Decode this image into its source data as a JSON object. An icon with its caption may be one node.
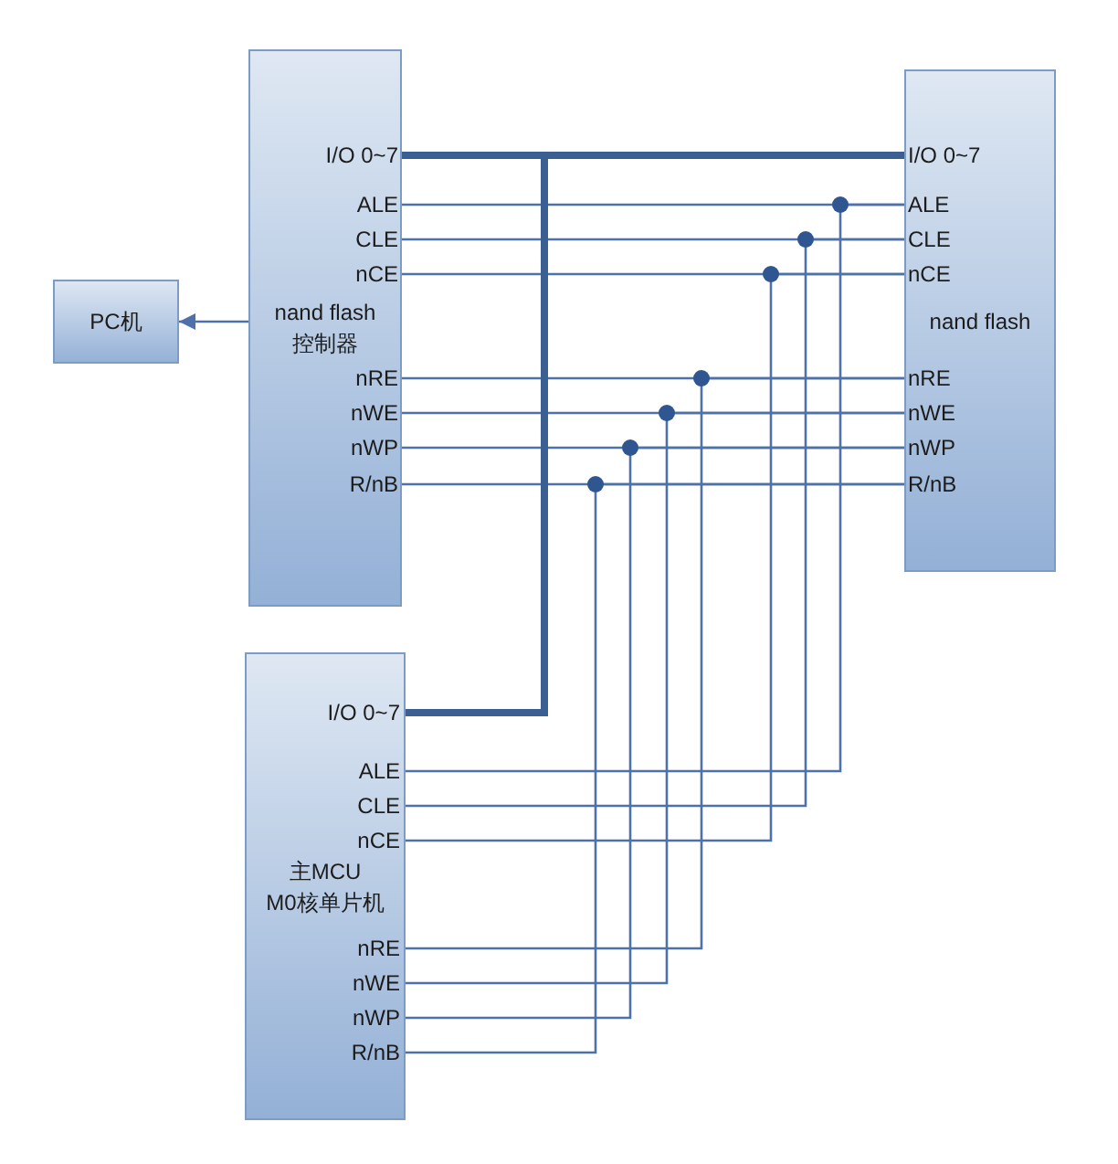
{
  "diagram": {
    "nodes": [
      {
        "text": [
          "nand flash 控制器"
        ]
      },
      {
        "text": [
          "I/O 0~7"
        ],
        "in": 0
      },
      {
        "text": [
          "ALE"
        ],
        "in": 0
      },
      {
        "text": [
          "CLE"
        ],
        "in": 0
      },
      {
        "text": [
          "nCE"
        ],
        "in": 0
      },
      {
        "text": [
          "nRE"
        ],
        "in": 0
      },
      {
        "text": [
          "nWE"
        ],
        "in": 0
      },
      {
        "text": [
          "nWP"
        ],
        "in": 0
      },
      {
        "text": [
          "R/nB"
        ],
        "in": 0
      },
      {
        "text": [
          "PC机"
        ]
      },
      {
        "text": [
          "nand flash"
        ]
      },
      {
        "text": [
          "I/O 0~7"
        ],
        "in": 10
      },
      {
        "text": [
          "ALE"
        ],
        "in": 10
      },
      {
        "text": [
          "CLE"
        ],
        "in": 10
      },
      {
        "text": [
          "nCE"
        ],
        "in": 10
      },
      {
        "text": [
          "nRE"
        ],
        "in": 10
      },
      {
        "text": [
          "nWE"
        ],
        "in": 10
      },
      {
        "text": [
          "nWP"
        ],
        "in": 10
      },
      {
        "text": [
          "R/nB"
        ],
        "in": 10
      },
      {
        "text": [
          "主MCU M0核单片机"
        ]
      },
      {
        "text": [
          "I/O 0~7"
        ],
        "in": 19
      },
      {
        "text": [
          "ALE"
        ],
        "in": 19
      },
      {
        "text": [
          "CLE"
        ],
        "in": 19
      },
      {
        "text": [
          "nCE"
        ],
        "in": 19
      },
      {
        "text": [
          "nRE"
        ],
        "in": 19
      },
      {
        "text": [
          "nWE"
        ],
        "in": 19
      },
      {
        "text": [
          "nWP"
        ],
        "in": 19
      },
      {
        "text": [
          "R/nB"
        ],
        "in": 19
      }
    ],
    "edges": [
      {
        "from": 0,
        "to": 9,
        "arrow": "to"
      },
      {
        "from": 1,
        "to": 11,
        "arrow": "none",
        "style": "thick"
      },
      {
        "from": 2,
        "to": 12,
        "arrow": "none"
      },
      {
        "from": 3,
        "to": 13,
        "arrow": "none"
      },
      {
        "from": 4,
        "to": 14,
        "arrow": "none"
      },
      {
        "from": 5,
        "to": 15,
        "arrow": "none"
      },
      {
        "from": 6,
        "to": 16,
        "arrow": "none"
      },
      {
        "from": 7,
        "to": 17,
        "arrow": "none"
      },
      {
        "from": 8,
        "to": 18,
        "arrow": "none"
      },
      {
        "from": 20,
        "to": 11,
        "arrow": "none",
        "style": "thick"
      },
      {
        "from": 21,
        "to": 12,
        "arrow": "none"
      },
      {
        "from": 22,
        "to": 13,
        "arrow": "none"
      },
      {
        "from": 23,
        "to": 14,
        "arrow": "none"
      },
      {
        "from": 24,
        "to": 15,
        "arrow": "none"
      },
      {
        "from": 25,
        "to": 16,
        "arrow": "none"
      },
      {
        "from": 26,
        "to": 17,
        "arrow": "none"
      },
      {
        "from": 27,
        "to": 18,
        "arrow": "none"
      }
    ]
  }
}
